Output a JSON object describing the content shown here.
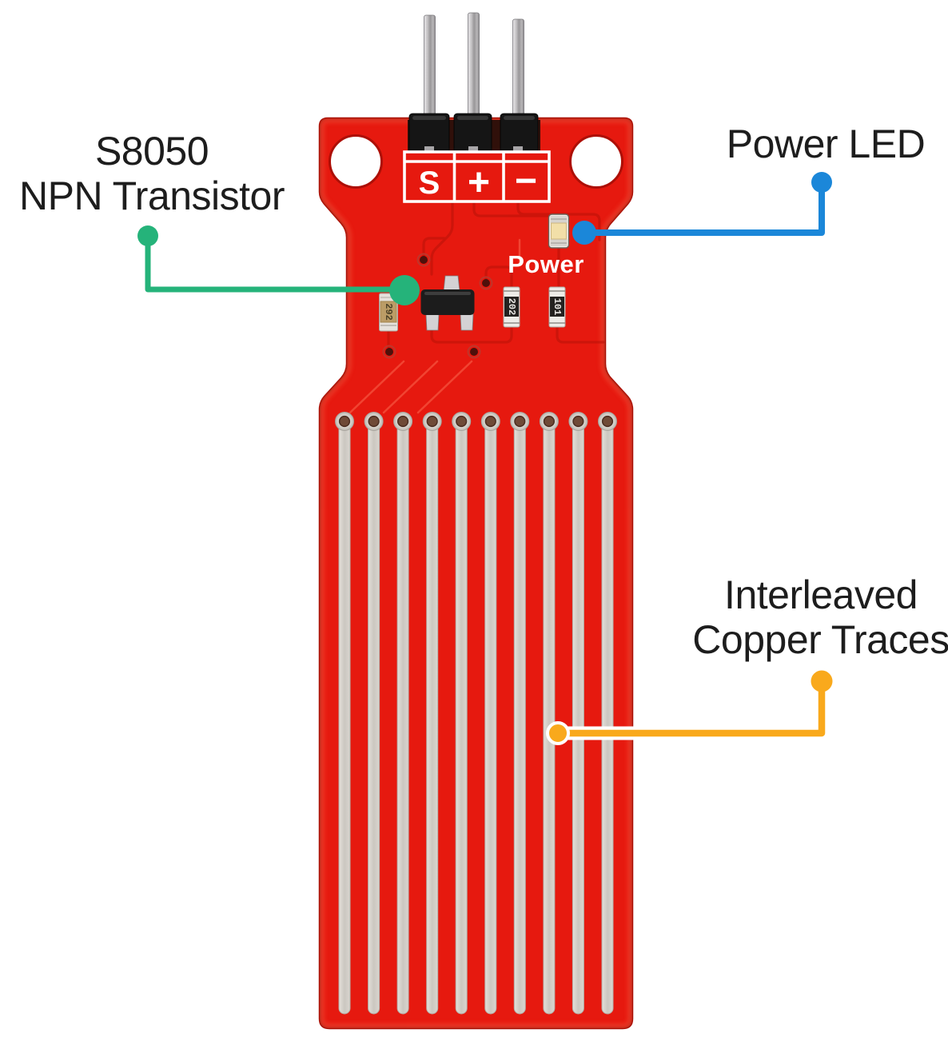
{
  "annotations": {
    "transistor": {
      "line1": "S8050",
      "line2": "NPN Transistor",
      "color": "#25b37a"
    },
    "power_led": {
      "label": "Power LED",
      "color": "#1b87d9"
    },
    "copper_traces": {
      "line1": "Interleaved",
      "line2": "Copper Traces",
      "color": "#f9a91c"
    }
  },
  "board": {
    "pin_labels": [
      "S",
      "+",
      "−"
    ],
    "silkscreen_power_label": "Power",
    "resistor_codes": [
      "292",
      "202",
      "101"
    ],
    "sense_trace_count": 10,
    "colors": {
      "pcb_red": "#e6190f",
      "pcb_edge_dark": "#a90d04",
      "pcb_inner_highlight": "#ff6347",
      "trace_silver": "#d5d1cb",
      "pad_hole_brown": "#6f4a37",
      "header_black": "#151515"
    }
  }
}
